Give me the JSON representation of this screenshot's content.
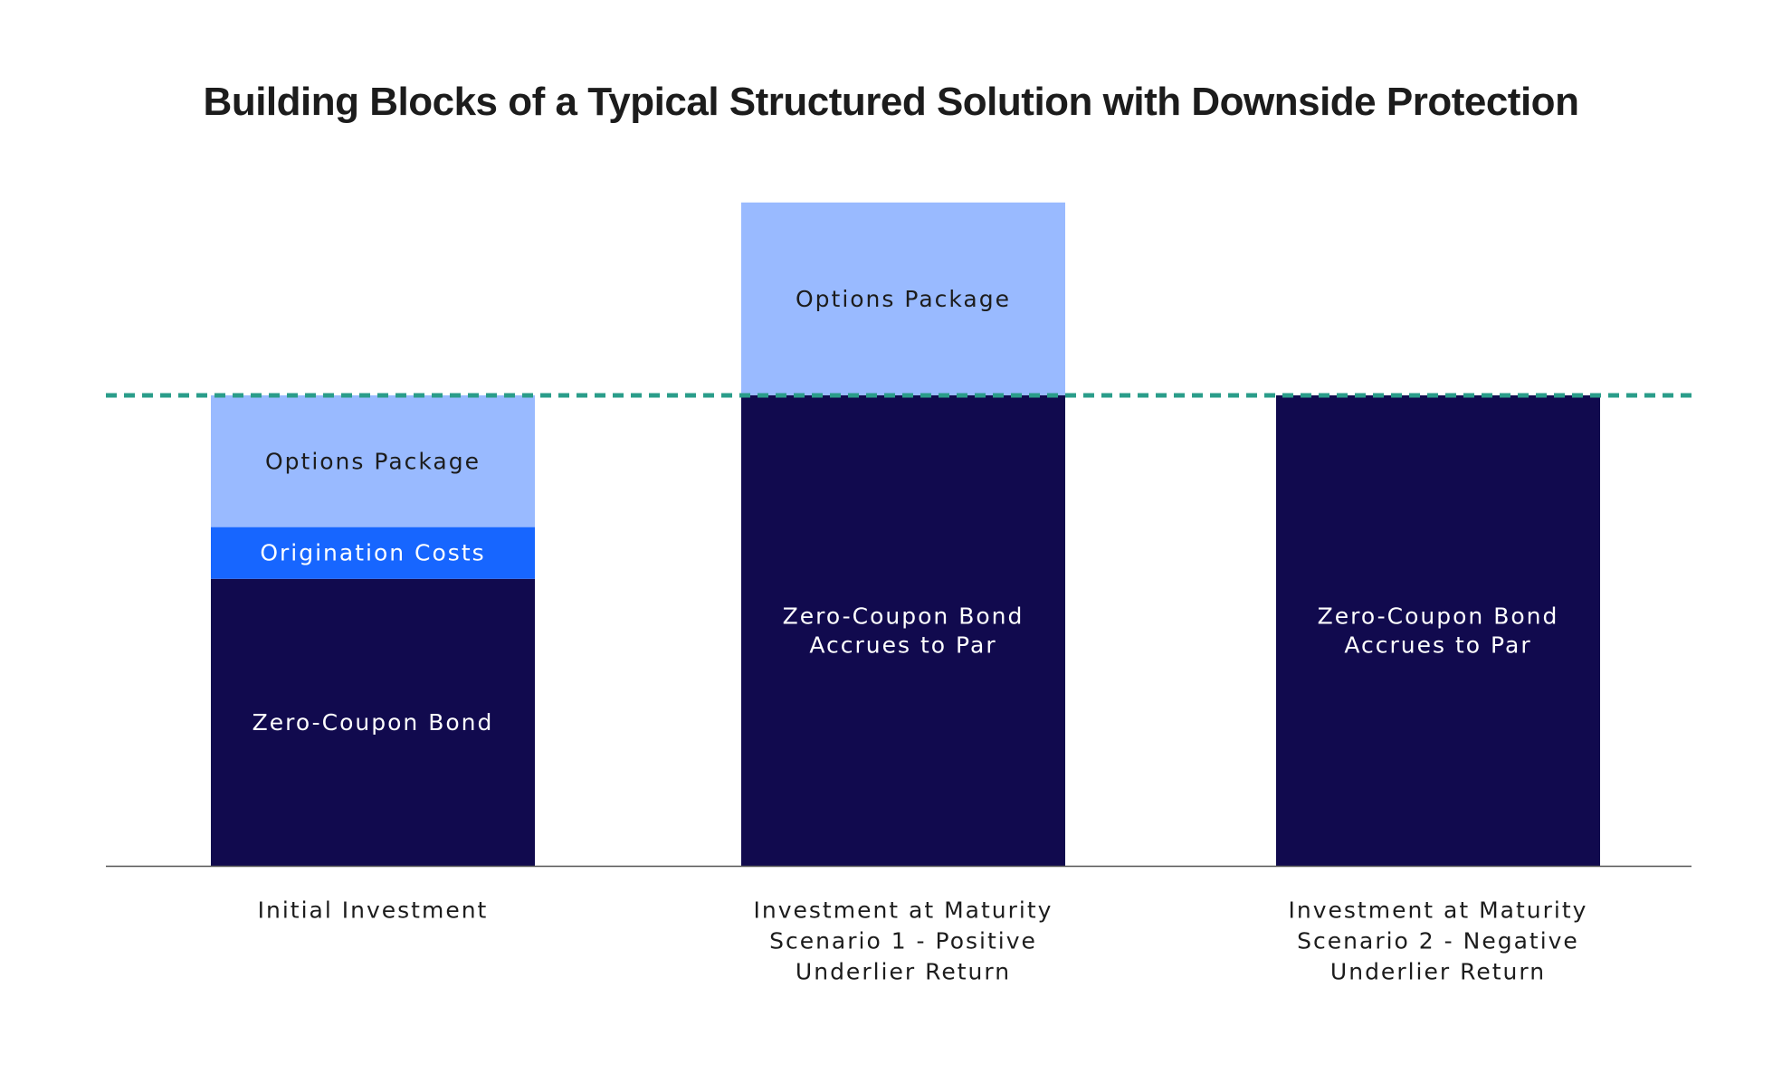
{
  "chart_data": {
    "type": "bar",
    "stacked": true,
    "title": "Building Blocks of a Typical Structured Solution with Downside Protection",
    "xlabel": "",
    "ylabel": "",
    "ylim": [
      0,
      100
    ],
    "grid": false,
    "legend": "none",
    "categories": [
      {
        "lines": [
          "Initial Investment"
        ],
        "segments": [
          {
            "label_lines": [
              "Zero-Coupon Bond"
            ],
            "value": 61,
            "color": "#110a4e",
            "text_color": "#ffffff"
          },
          {
            "label_lines": [
              "Origination Costs"
            ],
            "value": 11,
            "color": "#1766ff",
            "text_color": "#ffffff"
          },
          {
            "label_lines": [
              "Options Package"
            ],
            "value": 28,
            "color": "#99baff",
            "text_color": "#1c1c1c"
          }
        ]
      },
      {
        "lines": [
          "Investment at Maturity",
          "Scenario 1 - Positive",
          "Underlier Return"
        ],
        "segments": [
          {
            "label_lines": [
              "Zero-Coupon Bond",
              "Accrues to Par"
            ],
            "value": 100,
            "color": "#110a4e",
            "text_color": "#ffffff"
          },
          {
            "label_lines": [
              "Options Package"
            ],
            "value": 41,
            "color": "#99baff",
            "text_color": "#1c1c1c"
          }
        ]
      },
      {
        "lines": [
          "Investment at Maturity",
          "Scenario 2 - Negative",
          "Underlier Return"
        ],
        "segments": [
          {
            "label_lines": [
              "Zero-Coupon Bond",
              "Accrues to Par"
            ],
            "value": 100,
            "color": "#110a4e",
            "text_color": "#ffffff"
          }
        ]
      }
    ],
    "reference_line": {
      "value": 100,
      "color": "#2a9d8a",
      "style": "dashed"
    },
    "baseline_color": "#555555"
  }
}
